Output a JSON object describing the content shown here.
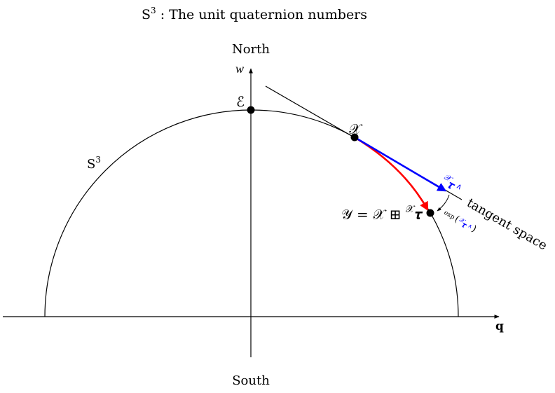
{
  "title": {
    "prefix": "S",
    "sup": "3",
    "rest": " : The unit quaternion numbers"
  },
  "labels": {
    "north": "North",
    "south": "South",
    "w_axis": "w",
    "q_axis": "q",
    "sphere": "S",
    "sphere_sup": "3",
    "identity": "ℰ",
    "x_point": "𝒳",
    "y_eq": "𝒴 = 𝒳 ⊞ ",
    "y_sup": "𝒳",
    "y_tau": "𝝉",
    "tangent_vec_sup": "𝒳",
    "tangent_vec_tau": "𝝉",
    "tangent_vec_hat": "∧",
    "exp_text": "exp",
    "exp_open": "(",
    "exp_sup": "𝒳",
    "exp_tau": "𝝉",
    "exp_hat": "∧",
    "exp_close": ")",
    "tangent_space": "tangent space"
  },
  "colors": {
    "ink": "#000000",
    "tangent_vector": "#0000ff",
    "exp_arc": "#ff0000"
  }
}
